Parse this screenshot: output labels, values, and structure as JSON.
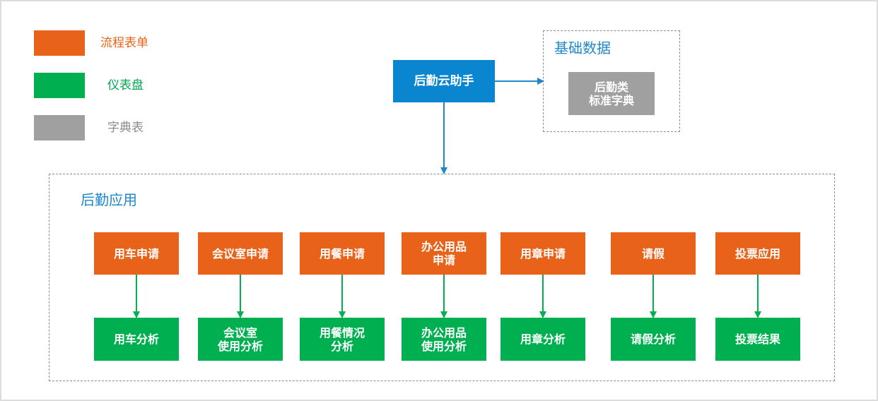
{
  "legend": [
    {
      "label": "流程表单",
      "color": "#e8621a"
    },
    {
      "label": "仪表盘",
      "color": "#00b050"
    },
    {
      "label": "字典表",
      "color": "#a0a0a0"
    }
  ],
  "hub": {
    "label": "后勤云助手",
    "color": "#0a86d0"
  },
  "base_data": {
    "title": "基础数据",
    "item": "后勤类\n标准字典"
  },
  "apps": {
    "title": "后勤应用",
    "forms": [
      "用车申请",
      "会议室申请",
      "用餐申请",
      "办公用品\n申请",
      "用章申请",
      "请假",
      "投票应用"
    ],
    "dashboards": [
      "用车分析",
      "会议室\n使用分析",
      "用餐情况\n分析",
      "办公用品\n使用分析",
      "用章分析",
      "请假分析",
      "投票结果"
    ]
  },
  "colors": {
    "title_blue": "#1e88c8",
    "arrow_blue": "#1e88c8",
    "arrow_green": "#00b050"
  }
}
